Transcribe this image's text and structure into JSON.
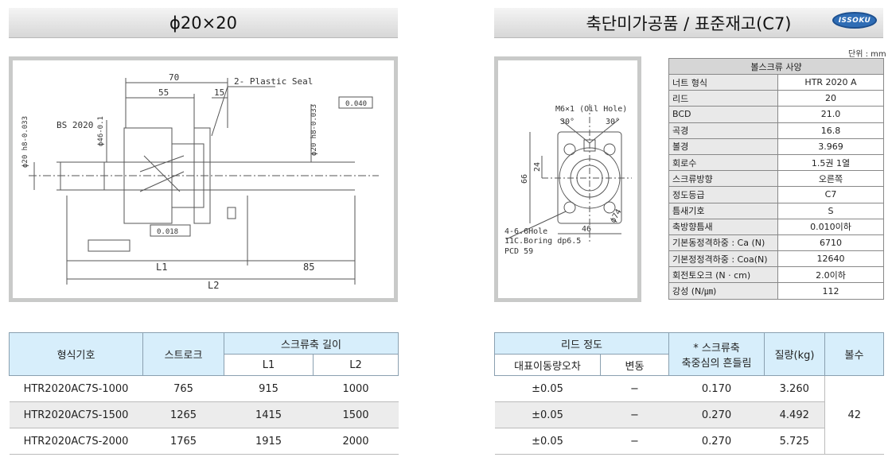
{
  "left_title": "ϕ20×20",
  "right_title": "축단미가공품 / 표준재고(C7)",
  "logo_text": "ISSOKU",
  "unit_label": "단위 : mm",
  "drawing_left": {
    "dim_70": "70",
    "dim_55": "55",
    "dim_15": "15",
    "seal_label": "2- Plastic Seal",
    "bs_label": "BS 2020",
    "shaft_dia_label": "ϕ20 h8-0.033",
    "dia_46_label": "ϕ46-0.1",
    "dia_20_right": "ϕ20 h8-0.033",
    "tol_040": "0.040",
    "tol_018": "0.018",
    "dim_l1": "L1",
    "dim_85": "85",
    "dim_l2": "L2"
  },
  "drawing_right": {
    "oil_hole": "M6×1 (Oil Hole)",
    "ang1": "30°",
    "ang2": "30°",
    "dim_66": "66",
    "dim_24": "24",
    "dim_46": "46",
    "dia_74": "ϕ74",
    "holes1": "4-6.6Hole",
    "holes2": "11C.Boring dp6.5",
    "pcd": "PCD 59"
  },
  "spec_table": {
    "header": "볼스크류 사양",
    "rows": [
      {
        "label": "너트 형식",
        "value": "HTR 2020 A"
      },
      {
        "label": "리드",
        "value": "20"
      },
      {
        "label": "BCD",
        "value": "21.0"
      },
      {
        "label": "곡경",
        "value": "16.8"
      },
      {
        "label": "볼경",
        "value": "3.969"
      },
      {
        "label": "회로수",
        "value": "1.5권 1열"
      },
      {
        "label": "스크류방향",
        "value": "오른쪽"
      },
      {
        "label": "정도등급",
        "value": "C7"
      },
      {
        "label": "틈새기호",
        "value": "S"
      },
      {
        "label": "축방향틈새",
        "value": "0.010이하"
      },
      {
        "label": "기본동정격하중 : Ca (N)",
        "value": "6710"
      },
      {
        "label": "기본정정격하중 : Coa(N)",
        "value": "12640"
      },
      {
        "label": "회전토오크 (N · cm)",
        "value": "2.0이하"
      },
      {
        "label": "강성 (N/㎛)",
        "value": "112"
      }
    ]
  },
  "left_table": {
    "h_model": "형식기호",
    "h_stroke": "스트로크",
    "h_length": "스크류축 길이",
    "h_l1": "L1",
    "h_l2": "L2",
    "rows": [
      {
        "model": "HTR2020AC7S-1000",
        "stroke": "765",
        "l1": "915",
        "l2": "1000"
      },
      {
        "model": "HTR2020AC7S-1500",
        "stroke": "1265",
        "l1": "1415",
        "l2": "1500"
      },
      {
        "model": "HTR2020AC7S-2000",
        "stroke": "1765",
        "l1": "1915",
        "l2": "2000"
      }
    ]
  },
  "right_table": {
    "h_lead": "리드 정도",
    "h_rep": "대표이동량오차",
    "h_var": "변동",
    "h_runout1": "* 스크류축",
    "h_runout2": "축중심의 흔들림",
    "h_mass": "질량(kg)",
    "h_balls": "볼수",
    "balls": "42",
    "rows": [
      {
        "rep": "±0.05",
        "var": "−",
        "runout": "0.170",
        "mass": "3.260"
      },
      {
        "rep": "±0.05",
        "var": "−",
        "runout": "0.270",
        "mass": "4.492"
      },
      {
        "rep": "±0.05",
        "var": "−",
        "runout": "0.270",
        "mass": "5.725"
      }
    ]
  }
}
